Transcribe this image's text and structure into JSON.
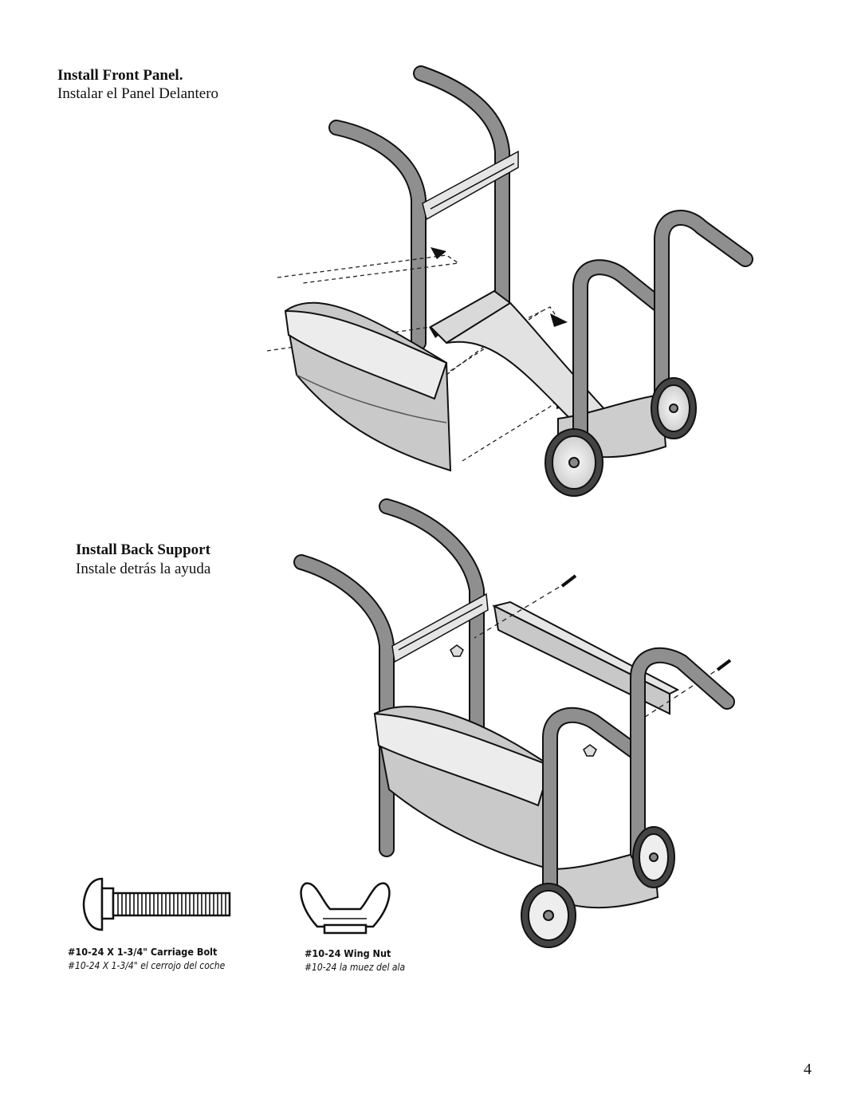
{
  "section_front": {
    "title": "Install Front Panel.",
    "subtitle": "Instalar el Panel Delantero"
  },
  "section_back": {
    "title": "Install Back Support",
    "subtitle": "Instale detrás la ayuda"
  },
  "parts": {
    "bolt": {
      "label": "#10-24 X 1-3/4\" Carriage Bolt",
      "label_es": "#10-24 X 1-3/4\" el cerrojo del coche"
    },
    "nut": {
      "label": "#10-24 Wing Nut",
      "label_es": "#10-24 la muez del ala"
    }
  },
  "page_number": "4"
}
